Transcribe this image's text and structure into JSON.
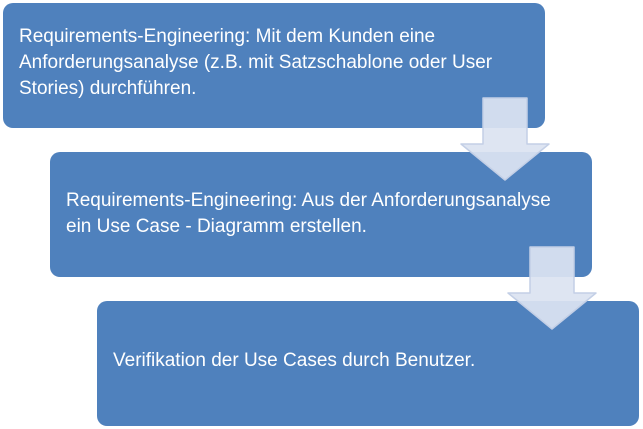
{
  "diagram": {
    "steps": [
      {
        "text": "Requirements-Engineering: Mit dem Kunden eine Anforderungsanalyse (z.B. mit Satzschablone oder User Stories) durchführen."
      },
      {
        "text": "Requirements-Engineering: Aus der Anforderungsanalyse ein Use Case - Diagramm erstellen."
      },
      {
        "text": "Verifikation der Use Cases durch Benutzer."
      }
    ],
    "colors": {
      "box_fill": "#4f81bd",
      "box_text": "#ffffff",
      "arrow_fill": "#dbe3f1",
      "arrow_stroke": "#c3cfe6"
    }
  }
}
